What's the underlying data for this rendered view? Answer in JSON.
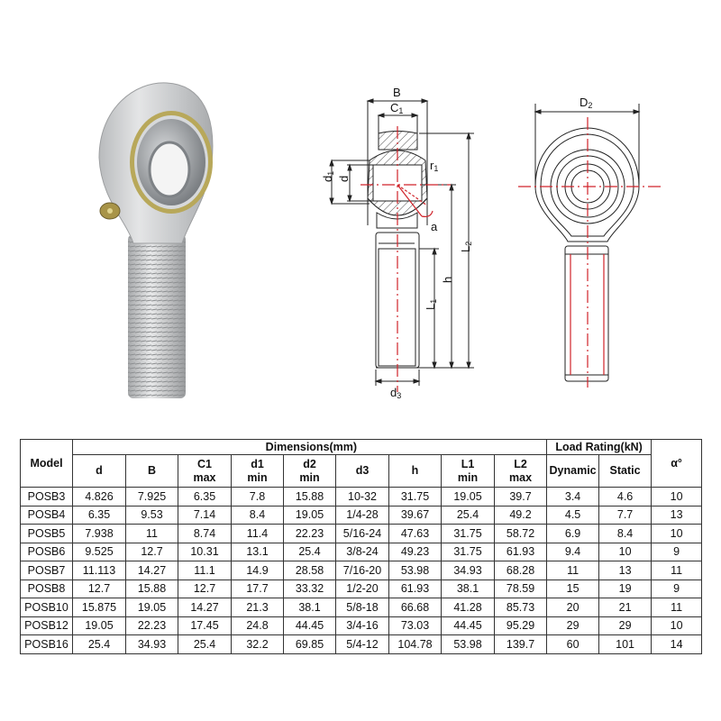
{
  "product_photo": {
    "subject": "male rod end spherical bearing",
    "colors": {
      "body": "#c9cbcd",
      "ring": "#b8a85a",
      "ball": "#7b7f84",
      "grease_nipple": "#a89448"
    }
  },
  "side_diagram": {
    "labels": {
      "B": "B",
      "C1": "C",
      "C1_sub": "1",
      "d1": "d",
      "d1_sub": "1",
      "d": "d",
      "r1": "r",
      "r1_sub": "1",
      "a": "a",
      "L2": "L",
      "L2_sub": "2",
      "h": "h",
      "L1": "L",
      "L1_sub": "1",
      "d3": "d",
      "d3_sub": "3"
    },
    "centerline_color": "#d0232a"
  },
  "front_diagram": {
    "labels": {
      "D2": "D",
      "D2_sub": "2"
    },
    "centerline_color": "#d0232a"
  },
  "table": {
    "group_headers": {
      "model": "Model",
      "dimensions": "Dimensions(mm)",
      "load_rating": "Load Rating(kN)",
      "alpha": "α°"
    },
    "columns": [
      {
        "key": "d",
        "line1": "d",
        "line2": ""
      },
      {
        "key": "B",
        "line1": "B",
        "line2": ""
      },
      {
        "key": "C1",
        "line1": "C1",
        "line2": "max"
      },
      {
        "key": "d1",
        "line1": "d1",
        "line2": "min"
      },
      {
        "key": "d2",
        "line1": "d2",
        "line2": "min"
      },
      {
        "key": "d3",
        "line1": "d3",
        "line2": ""
      },
      {
        "key": "h",
        "line1": "h",
        "line2": ""
      },
      {
        "key": "L1",
        "line1": "L1",
        "line2": "min"
      },
      {
        "key": "L2",
        "line1": "L2",
        "line2": "max"
      },
      {
        "key": "dynamic",
        "line1": "Dynamic",
        "line2": ""
      },
      {
        "key": "static",
        "line1": "Static",
        "line2": ""
      }
    ],
    "rows": [
      [
        "POSB3",
        "4.826",
        "7.925",
        "6.35",
        "7.8",
        "15.88",
        "10-32",
        "31.75",
        "19.05",
        "39.7",
        "3.4",
        "4.6",
        "10"
      ],
      [
        "POSB4",
        "6.35",
        "9.53",
        "7.14",
        "8.4",
        "19.05",
        "1/4-28",
        "39.67",
        "25.4",
        "49.2",
        "4.5",
        "7.7",
        "13"
      ],
      [
        "POSB5",
        "7.938",
        "11",
        "8.74",
        "11.4",
        "22.23",
        "5/16-24",
        "47.63",
        "31.75",
        "58.72",
        "6.9",
        "8.4",
        "10"
      ],
      [
        "POSB6",
        "9.525",
        "12.7",
        "10.31",
        "13.1",
        "25.4",
        "3/8-24",
        "49.23",
        "31.75",
        "61.93",
        "9.4",
        "10",
        "9"
      ],
      [
        "POSB7",
        "11.113",
        "14.27",
        "11.1",
        "14.9",
        "28.58",
        "7/16-20",
        "53.98",
        "34.93",
        "68.28",
        "11",
        "13",
        "11"
      ],
      [
        "POSB8",
        "12.7",
        "15.88",
        "12.7",
        "17.7",
        "33.32",
        "1/2-20",
        "61.93",
        "38.1",
        "78.59",
        "15",
        "19",
        "9"
      ],
      [
        "POSB10",
        "15.875",
        "19.05",
        "14.27",
        "21.3",
        "38.1",
        "5/8-18",
        "66.68",
        "41.28",
        "85.73",
        "20",
        "21",
        "11"
      ],
      [
        "POSB12",
        "19.05",
        "22.23",
        "17.45",
        "24.8",
        "44.45",
        "3/4-16",
        "73.03",
        "44.45",
        "95.29",
        "29",
        "29",
        "10"
      ],
      [
        "POSB16",
        "25.4",
        "34.93",
        "25.4",
        "32.2",
        "69.85",
        "5/4-12",
        "104.78",
        "53.98",
        "139.7",
        "60",
        "101",
        "14"
      ]
    ]
  }
}
